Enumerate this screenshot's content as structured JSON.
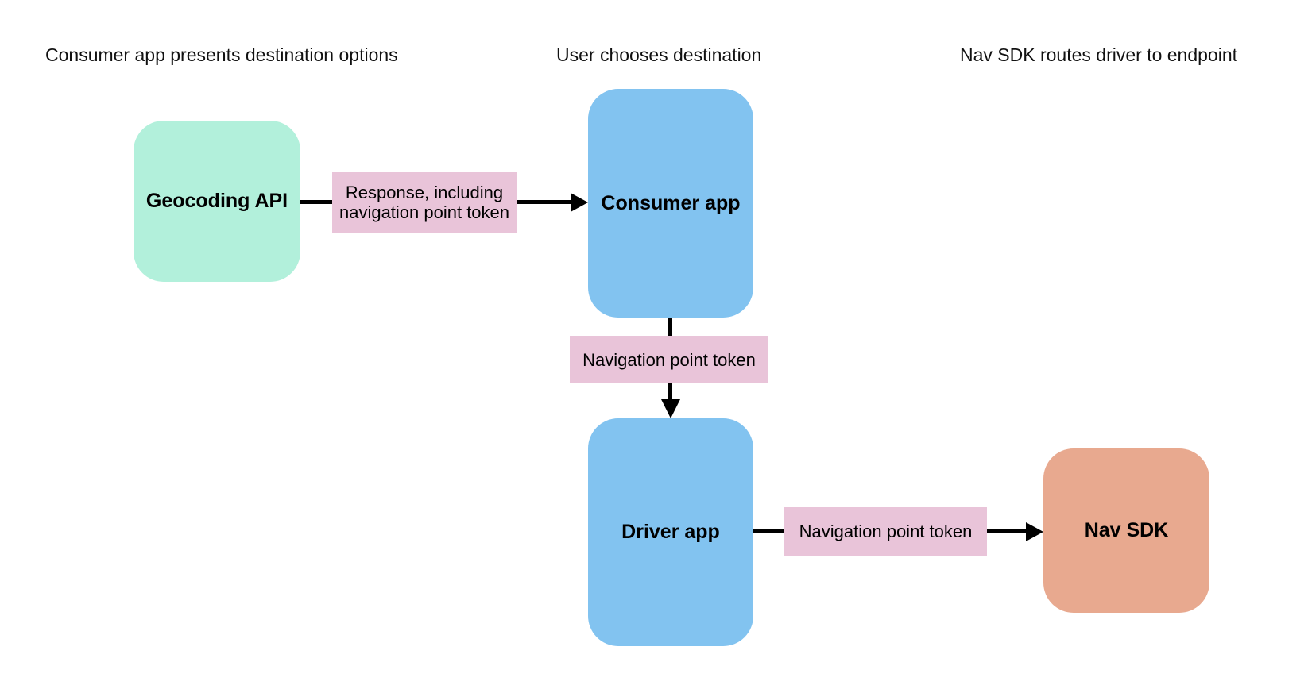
{
  "diagram": {
    "background_color": "#ffffff",
    "arrow_color": "#000000",
    "text_color": "#111111",
    "edge_label_bg_color": "#e9c4d9",
    "column_headers": [
      "Consumer app presents destination options",
      "User chooses destination",
      "Nav SDK routes driver to endpoint"
    ],
    "nodes": [
      {
        "id": "geocoding-api",
        "label": "Geocoding API",
        "fill": "#b2f0db"
      },
      {
        "id": "consumer-app",
        "label": "Consumer app",
        "fill": "#82c3f0"
      },
      {
        "id": "driver-app",
        "label": "Driver app",
        "fill": "#82c3f0"
      },
      {
        "id": "nav-sdk",
        "label": "Nav SDK",
        "fill": "#e8a98f"
      }
    ],
    "edges": [
      {
        "from": "Geocoding API",
        "to": "Consumer app",
        "label": "Response, including navigation point token"
      },
      {
        "from": "Consumer app",
        "to": "Driver app",
        "label": "Navigation point token"
      },
      {
        "from": "Driver app",
        "to": "Nav SDK",
        "label": "Navigation point token"
      }
    ]
  }
}
